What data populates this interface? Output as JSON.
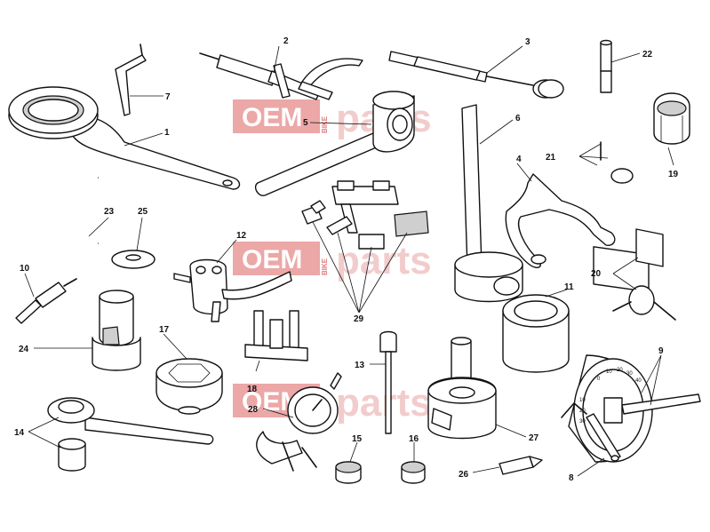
{
  "watermark": {
    "oem": "OEM",
    "bike": "BIKE",
    "parts": "parts"
  },
  "labels": {
    "l1": "1",
    "l2": "2",
    "l3": "3",
    "l4": "4",
    "l5": "5",
    "l6": "6",
    "l7": "7",
    "l8": "8",
    "l9": "9",
    "l10": "10",
    "l11": "11",
    "l12": "12",
    "l13": "13",
    "l14": "14",
    "l15": "15",
    "l16": "16",
    "l17": "17",
    "l18": "18",
    "l19": "19",
    "l20": "20",
    "l21": "21",
    "l22": "22",
    "l23": "23",
    "l24": "24",
    "l25": "25",
    "l26": "26",
    "l27": "27",
    "l28": "28",
    "l29": "29"
  },
  "protractor_scale": {
    "values": [
      "0",
      "10",
      "20",
      "30",
      "40",
      "10",
      "20",
      "30"
    ]
  },
  "colors": {
    "watermark_block": "#e58a8a",
    "line": "#111111",
    "background": "#ffffff"
  }
}
